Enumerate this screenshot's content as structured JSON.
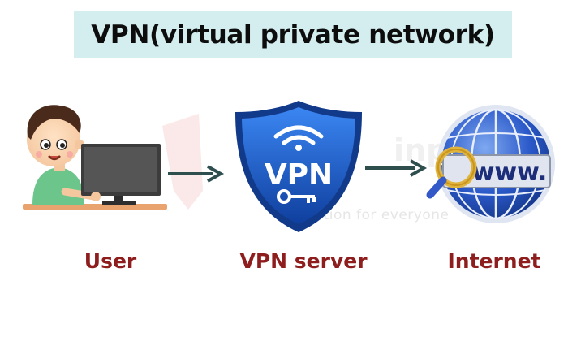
{
  "title": "VPN(virtual private network)",
  "nodes": [
    {
      "label": "User",
      "icon": "user-at-computer-icon"
    },
    {
      "label": "VPN server",
      "icon": "vpn-shield-icon",
      "shield_text": "VPN"
    },
    {
      "label": "Internet",
      "icon": "globe-www-icon",
      "globe_text": "www."
    }
  ],
  "watermark_text": "Education for everyone",
  "colors": {
    "title_bg": "#d4eef0",
    "label": "#8e1d1d",
    "arrow": "#2f4f4f",
    "shield": "#1e63d6",
    "globe": "#2a59c9"
  }
}
